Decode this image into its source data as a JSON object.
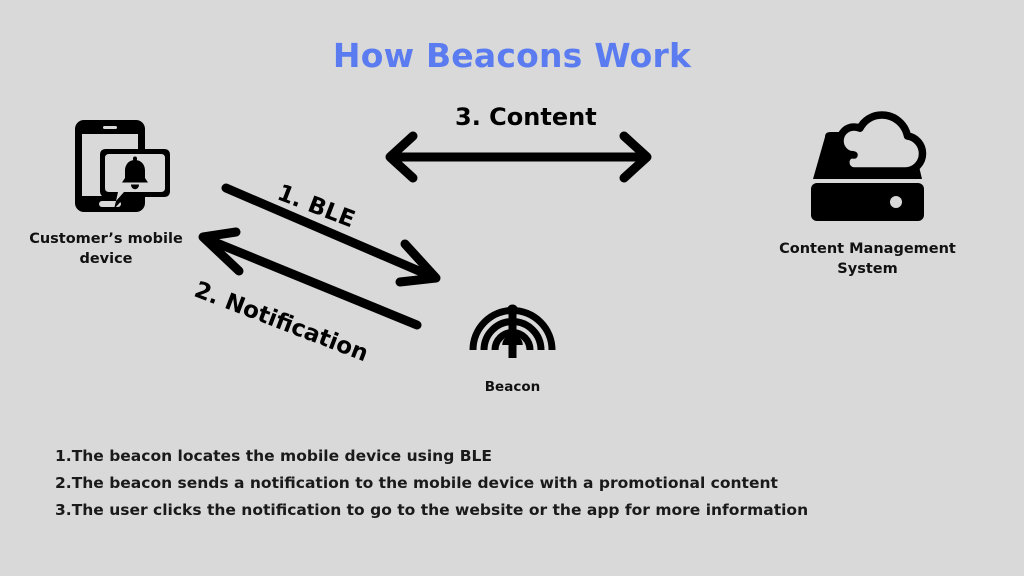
{
  "page": {
    "title": "How Beacons Work",
    "background_color": "#d9d9d9",
    "title_color": "#5a7cf0",
    "ink_color": "#000000"
  },
  "nodes": [
    {
      "id": "mobile-device",
      "label": "Customer’s mobile\ndevice",
      "label_line1": "Customer’s mobile",
      "label_line2": "device",
      "icon": "smartphone-notification-icon"
    },
    {
      "id": "beacon",
      "label": "Beacon",
      "icon": "beacon-signal-icon"
    },
    {
      "id": "cms",
      "label": "Content Management\nSystem",
      "label_line1": "Content Management",
      "label_line2": "System",
      "icon": "cloud-server-icon"
    }
  ],
  "arrows": [
    {
      "id": "arrow-content",
      "label": "3. Content",
      "direction": "bidirectional",
      "from": "beacon",
      "to": "cms"
    },
    {
      "id": "arrow-ble",
      "label": "1. BLE",
      "direction": "mobile-to-beacon",
      "from": "mobile-device",
      "to": "beacon"
    },
    {
      "id": "arrow-notification",
      "label": "2. Notification",
      "direction": "beacon-to-mobile",
      "from": "beacon",
      "to": "mobile-device"
    }
  ],
  "steps": [
    {
      "number": "1.",
      "text": "The beacon locates the mobile device using BLE"
    },
    {
      "number": "2.",
      "text": "The beacon sends a notification to the mobile device with a promotional content"
    },
    {
      "number": "3.",
      "text": "The user clicks the notification to go to the website or the app for more information"
    }
  ]
}
